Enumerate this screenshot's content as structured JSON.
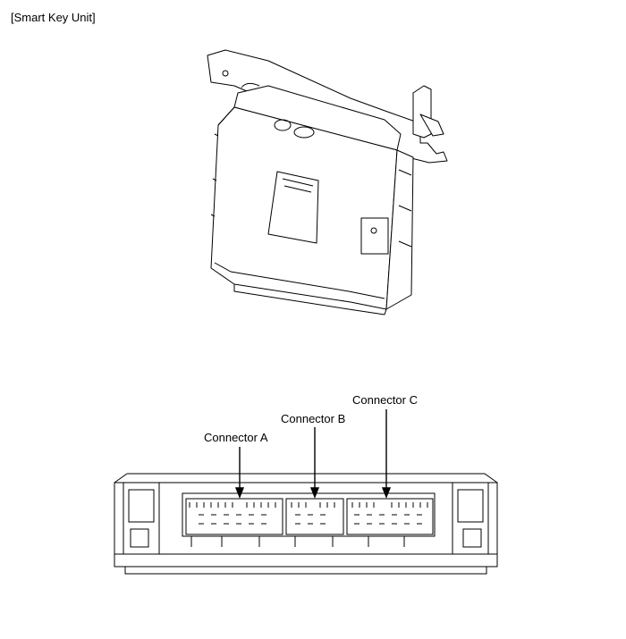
{
  "title": "[Smart Key Unit]",
  "connectors": [
    {
      "id": "a",
      "label": "Connector A"
    },
    {
      "id": "b",
      "label": "Connector B"
    },
    {
      "id": "c",
      "label": "Connector C"
    }
  ],
  "colors": {
    "line": "#000000",
    "background": "#ffffff"
  }
}
